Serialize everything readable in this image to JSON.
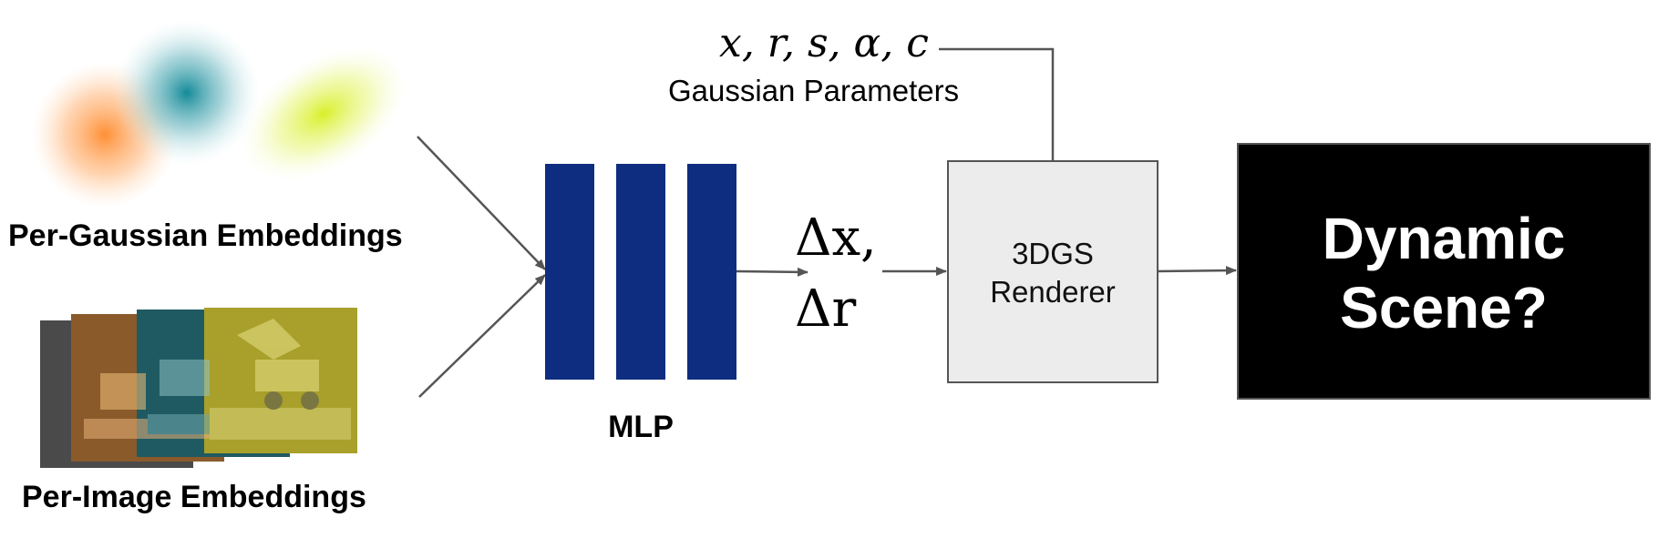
{
  "labels": {
    "per_gaussian": "Per-Gaussian Embeddings",
    "per_image": "Per-Image Embeddings",
    "mlp": "MLP",
    "gaussian_params_symbols": "x, r, s, α, c",
    "gaussian_params_title": "Gaussian Parameters",
    "delta_x": "Δx,",
    "delta_r": "Δr",
    "renderer_line1": "3DGS",
    "renderer_line2": "Renderer",
    "output_line1": "Dynamic",
    "output_line2": "Scene?"
  },
  "colors": {
    "mlp_bar": "#0f2d80",
    "renderer_fill": "#ececec",
    "renderer_stroke": "#555555",
    "output_fill": "#000000",
    "output_text": "#ffffff",
    "arrow": "#555555",
    "blob_orange": "#ff8a2a",
    "blob_teal": "#1a8a9a",
    "blob_yellow": "#d8f02a",
    "frame_gray": "#4a4a4a",
    "frame_brown": "#8a5a2a",
    "frame_teal": "#1f5a62",
    "frame_olive": "#a8a02a"
  },
  "icons": {
    "gaussian_blobs": "gaussian-blobs-icon",
    "image_stack": "image-stack-icon"
  }
}
